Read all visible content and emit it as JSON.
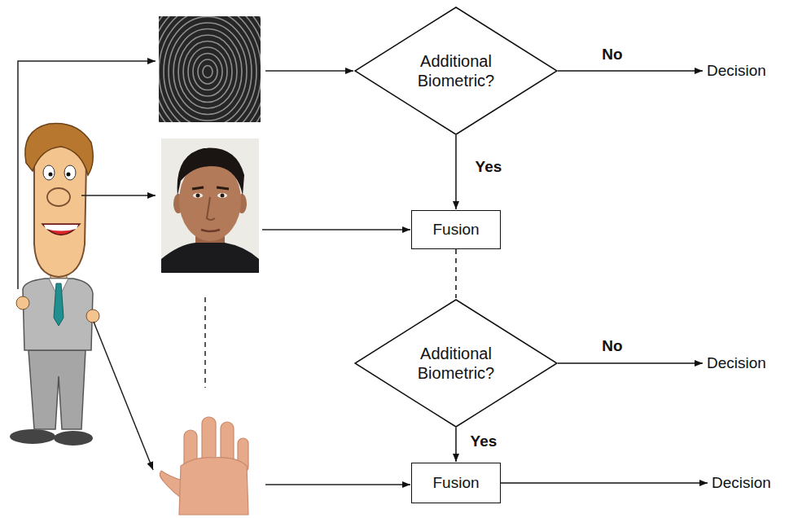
{
  "diagram": {
    "nodes": [
      {
        "text": [
          "Additional Biometric?"
        ]
      },
      {
        "text": [
          "Decision"
        ]
      },
      {
        "text": [
          "Fusion"
        ]
      },
      {
        "text": [
          "Additional Biometric?"
        ]
      },
      {
        "text": [
          "Decision"
        ]
      },
      {
        "text": [
          "Fusion"
        ]
      },
      {
        "text": [
          "Decision"
        ]
      }
    ],
    "edges": [
      {
        "from": 0,
        "to": 1,
        "arrow": "to",
        "label": "No"
      },
      {
        "from": 0,
        "to": 2,
        "arrow": "to",
        "label": "Yes"
      },
      {
        "from": 2,
        "to": 3,
        "arrow": "none"
      },
      {
        "from": 3,
        "to": 4,
        "arrow": "to",
        "label": "No"
      },
      {
        "from": 3,
        "to": 5,
        "arrow": "to",
        "label": "Yes"
      },
      {
        "from": 5,
        "to": 6,
        "arrow": "to"
      }
    ]
  }
}
